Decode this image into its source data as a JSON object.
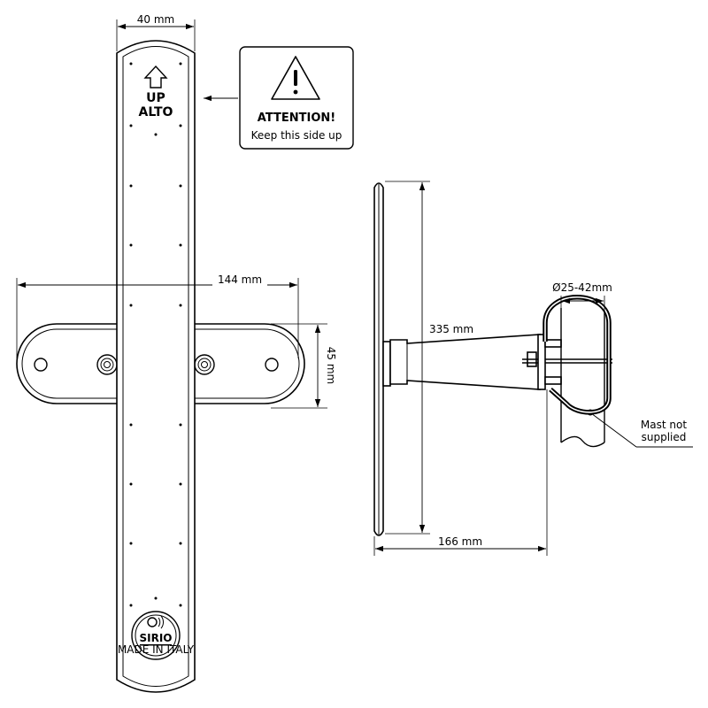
{
  "dimensions": {
    "width_top": "40 mm",
    "bracket_length": "144 mm",
    "bracket_height": "45 mm",
    "height": "335 mm",
    "depth": "166 mm",
    "mast_diameter": "Ø25-42mm"
  },
  "labels": {
    "up": "UP",
    "alto": "ALTO",
    "attention": "ATTENTION!",
    "keep_side_up": "Keep this side up",
    "mast_line1": "Mast not",
    "mast_line2": "supplied",
    "brand": "SIRIO",
    "made_in": "MADE IN ITALY"
  },
  "icons": {
    "warning": "warning-triangle-icon",
    "up_arrow": "up-arrow-icon",
    "logo": "sirio-logo-icon"
  }
}
